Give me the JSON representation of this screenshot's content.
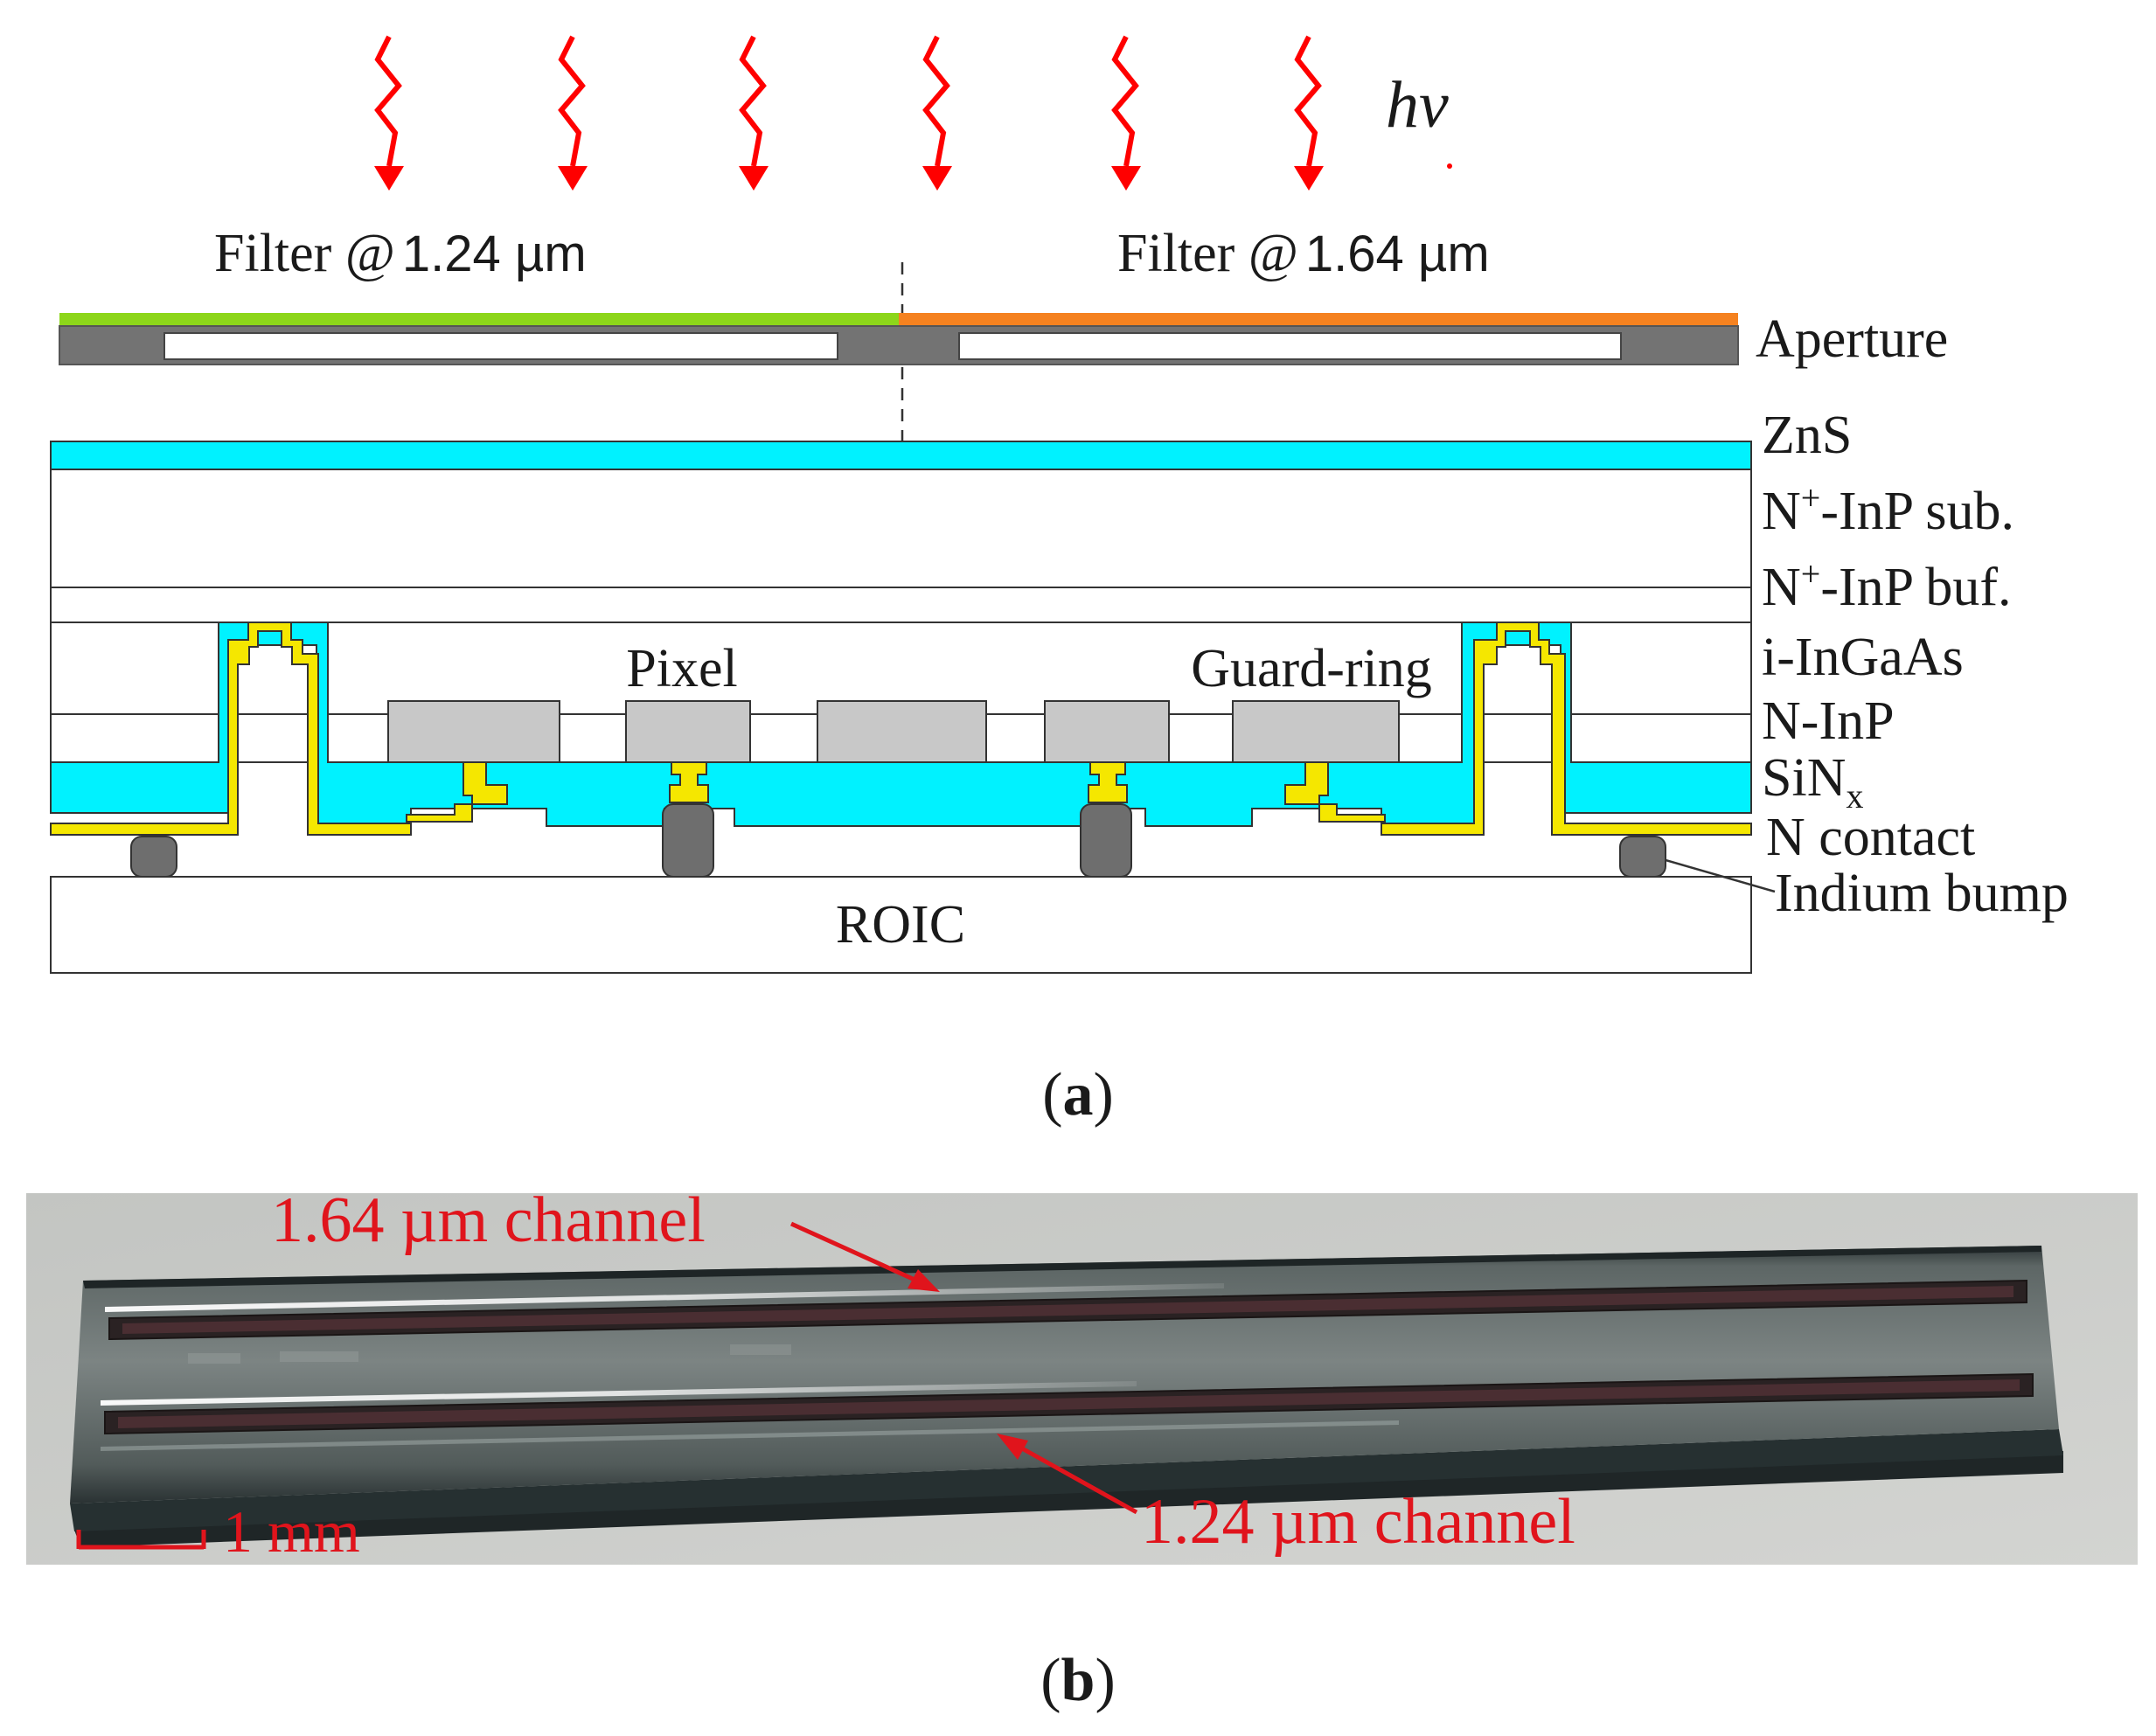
{
  "figure_a": {
    "photon_label": "hv",
    "filter_left_prefix": "Filter @",
    "filter_left_value": "1.24 µm",
    "filter_right_prefix": "Filter @",
    "filter_right_value": "1.64 µm",
    "inline_labels": {
      "pixel": "Pixel",
      "guard_ring": "Guard-ring",
      "roic": "ROIC"
    },
    "layer_labels": {
      "aperture": "Aperture",
      "zns": "ZnS",
      "nplus_inp_sub_pre": "N",
      "nplus_inp_sub_sup": "+",
      "nplus_inp_sub_post": "-InP sub.",
      "nplus_inp_buf_pre": "N",
      "nplus_inp_buf_sup": "+",
      "nplus_inp_buf_post": "-InP buf.",
      "i_ingaas": "i-InGaAs",
      "n_inp": "N-InP",
      "sinx_pre": "SiN",
      "sinx_sub": "x",
      "n_contact": "N contact",
      "indium_bump": "Indium bump"
    },
    "caption_open": "(",
    "caption_letter": "a",
    "caption_close": ")",
    "colors": {
      "filter_1_24": "#8dd61a",
      "filter_1_64": "#f58220",
      "zns_sinx": "#00f2ff",
      "metal": "#f5e700",
      "pixel": "#c8c8c8",
      "bump": "#6e6e6e",
      "photon_arrow": "#ff0000"
    }
  },
  "figure_b": {
    "channel_top": "1.64 µm channel",
    "channel_bottom": "1.24 µm channel",
    "scale_bar": "1 mm",
    "caption_open": "(",
    "caption_letter": "b",
    "caption_close": ")",
    "colors": {
      "annotation": "#e0141c",
      "chip": "#4a5352",
      "background": "#c9cbc8"
    }
  }
}
